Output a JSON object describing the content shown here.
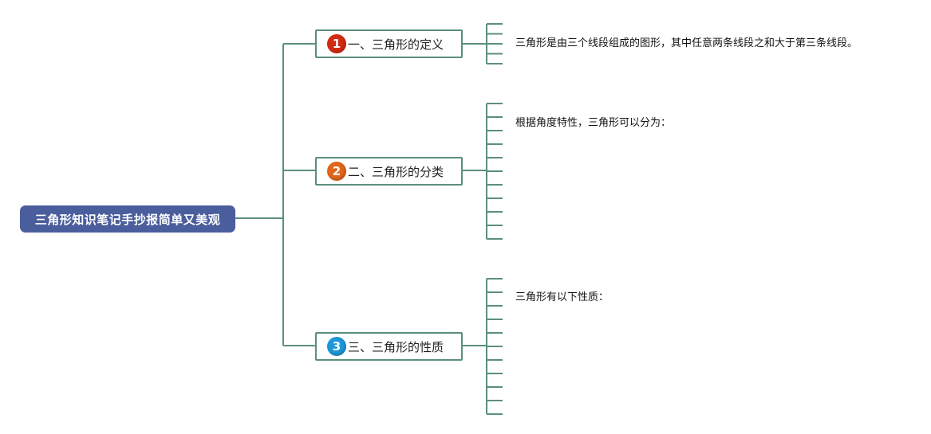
{
  "root": {
    "title": "三角形知识笔记手抄报简单又美观"
  },
  "branches": [
    {
      "number": "1",
      "title": "一、三角形的定义",
      "badge_color": "#d32a12",
      "leaves": [
        "三角形是由三个线段组成的图形，其中任意两条线段之和大于第三条线段。",
        "",
        ""
      ]
    },
    {
      "number": "2",
      "title": "二、三角形的分类",
      "badge_color": "#e0661b",
      "leaves": [
        "根据角度特性，三角形可以分为：",
        "",
        "",
        "",
        "",
        "",
        "",
        "",
        ""
      ]
    },
    {
      "number": "3",
      "title": "三、三角形的性质",
      "badge_color": "#1d97d8",
      "leaves": [
        "三角形有以下性质：",
        "",
        "",
        "",
        "",
        "",
        "",
        "",
        ""
      ]
    }
  ],
  "colors": {
    "line": "#5b8f7c",
    "root_bg": "#4a5d9c"
  }
}
